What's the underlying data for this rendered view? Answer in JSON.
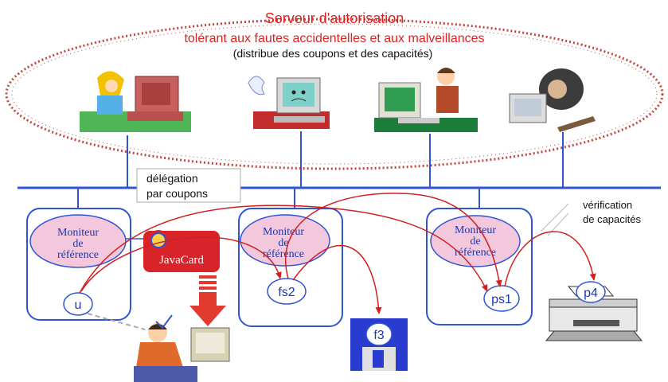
{
  "server": {
    "title": "Serveur d'autorisation",
    "subtitle": "tolérant aux fautes accidentelles et aux malveillances",
    "note": "(distribue des coupons et des capacités)"
  },
  "delegation": {
    "line1": "délégation",
    "line2": "par coupons"
  },
  "verification": {
    "line1": "vérification",
    "line2": "de capacités"
  },
  "monitors": [
    {
      "line1": "Moniteur",
      "line2": "de",
      "line3": "référence"
    },
    {
      "line1": "Moniteur",
      "line2": "de",
      "line3": "référence"
    },
    {
      "line1": "Moniteur",
      "line2": "de",
      "line3": "référence"
    }
  ],
  "javacard": "JavaCard",
  "nodes": {
    "u": "u",
    "fs2": "fs2",
    "f3": "f3",
    "ps1": "ps1",
    "p4": "p4"
  },
  "colors": {
    "title_red": "#e02020",
    "bus_blue": "#2f55d4",
    "arrow_red": "#d02020",
    "monitor_fill": "#f3c8dc",
    "javacard_red": "#d8232a",
    "floppy_blue": "#2a3ccf"
  },
  "icons": [
    "person-with-computer-icon",
    "broken-computer-icon",
    "worker-at-computer-icon",
    "caveman-hacker-icon",
    "user-with-computer-icon",
    "floppy-disk-icon",
    "printer-icon",
    "smart-card-chip-icon",
    "checkmark-icon"
  ]
}
